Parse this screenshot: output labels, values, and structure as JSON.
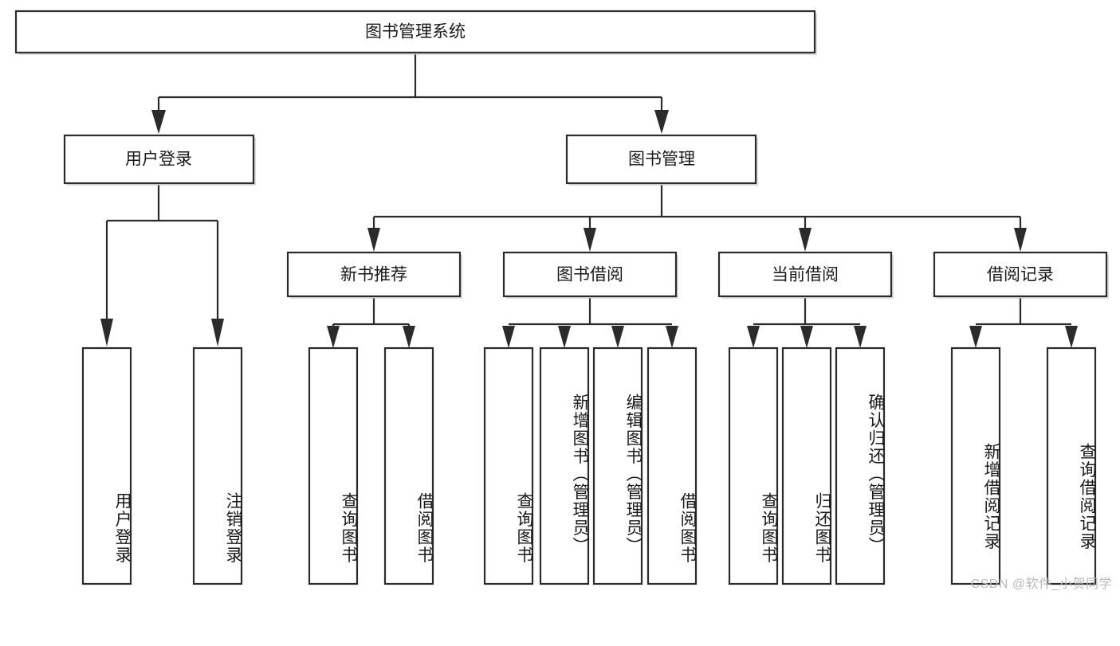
{
  "diagram": {
    "title": "图书管理系统",
    "type": "tree",
    "watermark": "CSDN @软件_小贺同学",
    "colors": {
      "box_stroke": "#2b2b2b",
      "box_fill": "#ffffff",
      "connector": "#2b2b2b",
      "text": "#1a1a1a",
      "watermark": "#b9b9b9",
      "background": "#ffffff"
    },
    "levels": {
      "root": {
        "label": "图书管理系统",
        "orientation": "horizontal"
      },
      "level2": [
        {
          "label": "用户登录",
          "orientation": "horizontal"
        },
        {
          "label": "图书管理",
          "orientation": "horizontal"
        }
      ],
      "level3": [
        {
          "label": "新书推荐",
          "orientation": "horizontal",
          "parent": "图书管理"
        },
        {
          "label": "图书借阅",
          "orientation": "horizontal",
          "parent": "图书管理"
        },
        {
          "label": "当前借阅",
          "orientation": "horizontal",
          "parent": "图书管理"
        },
        {
          "label": "借阅记录",
          "orientation": "horizontal",
          "parent": "图书管理"
        }
      ],
      "leaves": [
        {
          "label": "用户登录",
          "orientation": "vertical",
          "parent": "用户登录"
        },
        {
          "label": "注销登录",
          "orientation": "vertical",
          "parent": "用户登录"
        },
        {
          "label": "查询图书",
          "orientation": "vertical",
          "parent": "新书推荐"
        },
        {
          "label": "借阅图书",
          "orientation": "vertical",
          "parent": "新书推荐"
        },
        {
          "label": "查询图书",
          "orientation": "vertical",
          "parent": "图书借阅"
        },
        {
          "label": "新增图书（管理员）",
          "orientation": "vertical",
          "parent": "图书借阅"
        },
        {
          "label": "编辑图书（管理员）",
          "orientation": "vertical",
          "parent": "图书借阅"
        },
        {
          "label": "借阅图书",
          "orientation": "vertical",
          "parent": "图书借阅"
        },
        {
          "label": "查询图书",
          "orientation": "vertical",
          "parent": "当前借阅"
        },
        {
          "label": "归还图书",
          "orientation": "vertical",
          "parent": "当前借阅"
        },
        {
          "label": "确认归还（管理员）",
          "orientation": "vertical",
          "parent": "当前借阅"
        },
        {
          "label": "新增借阅记录",
          "orientation": "vertical",
          "parent": "借阅记录"
        },
        {
          "label": "查询借阅记录",
          "orientation": "vertical",
          "parent": "借阅记录"
        }
      ]
    }
  }
}
